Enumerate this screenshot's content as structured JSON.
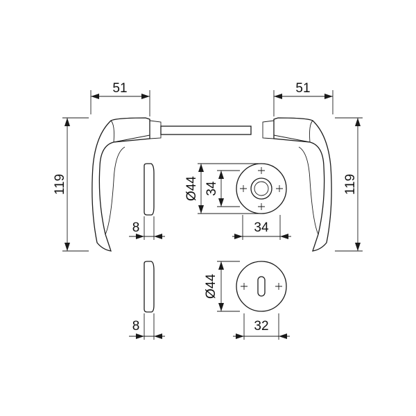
{
  "drawing": {
    "handle_width_left": "51",
    "handle_width_right": "51",
    "handle_height_left": "119",
    "handle_height_right": "119",
    "rose_thickness": "8",
    "rose_diameter": "Ø44",
    "rose_inner": "34",
    "rose_hole_spacing": "34",
    "escutcheon_thickness": "8",
    "escutcheon_diameter": "Ø44",
    "escutcheon_hole_spacing": "32"
  }
}
